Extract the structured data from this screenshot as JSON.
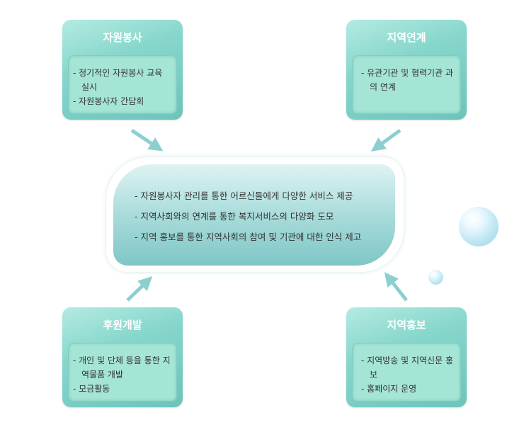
{
  "boxes": {
    "top_left": {
      "title": "자원봉사",
      "items": [
        "- 정기적인 자원봉사 교육 실시",
        "- 자원봉사자 간담회"
      ]
    },
    "top_right": {
      "title": "지역연계",
      "items": [
        "- 유관기관 및 협력기관 과의 연계"
      ]
    },
    "bottom_left": {
      "title": "후원개발",
      "items": [
        "- 개인 및 단체 등을 통한 지역물품 개발",
        "- 모금활동"
      ]
    },
    "bottom_right": {
      "title": "지역홍보",
      "items": [
        "- 지역방송 및 지역신문 홍보",
        "- 홈페이지 운영"
      ]
    }
  },
  "center": {
    "items": [
      "- 자원봉사자 관리를 통한 어르신들에게 다양한 서비스 제공",
      "- 지역사회와의 연계를 통한 복지서비스의 다양화 도모",
      "- 지역 홍보를 통한 지역사회의 참여 및 기관에 대한 인식 제고"
    ]
  },
  "colors": {
    "box": "#86d6cb",
    "panel": "#a5e5d5",
    "arrow": "#8ccfd0"
  }
}
